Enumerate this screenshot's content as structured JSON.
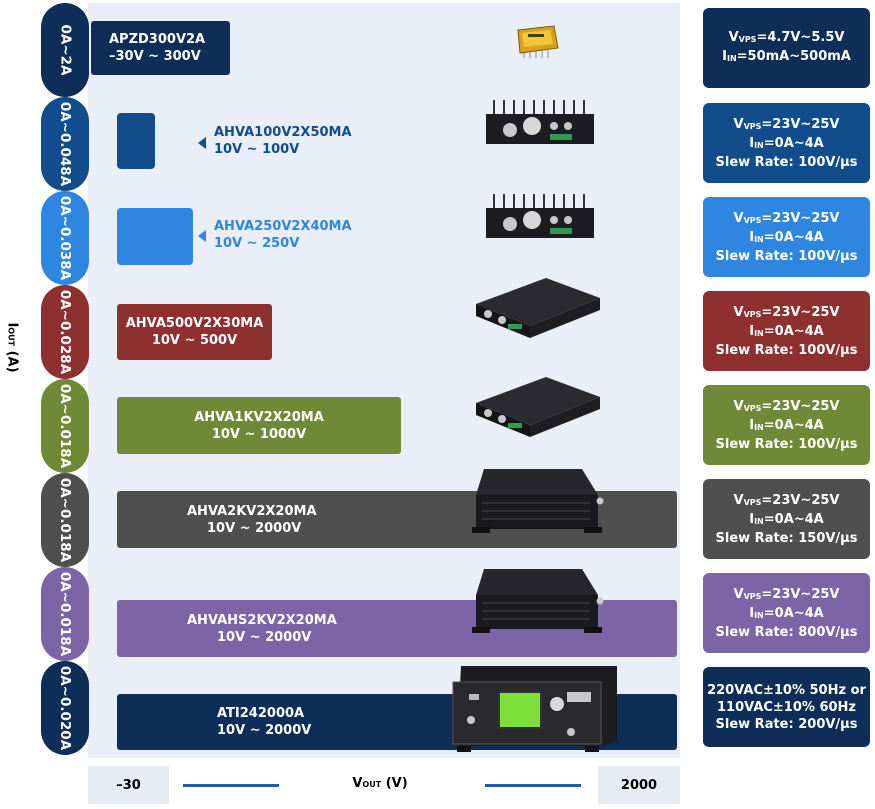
{
  "colors": {
    "navy": "#0e2d57",
    "blue": "#114c8c",
    "light_blue": "#2e86e0",
    "red": "#8e3030",
    "green": "#6f8a37",
    "gray": "#4f4f4f",
    "purple": "#7c64a6"
  },
  "axes": {
    "y_label_main": "I",
    "y_label_sub": "OUT",
    "y_label_unit": " (A)",
    "x_label_main": "V",
    "x_label_sub": "OUT",
    "x_label_unit": " (V)",
    "x_min": "–30",
    "x_max": "2000"
  },
  "rows": [
    {
      "current": "0A~2A",
      "model": "APZD300V2A",
      "range": "–30V ~ 300V",
      "spec": [
        {
          "main": "V",
          "sub": "VPS",
          "rest": "=4.7V~5.5V"
        },
        {
          "main": "I",
          "sub": "IN",
          "rest": "=50mA~500mA"
        }
      ]
    },
    {
      "current": "0A~0.048A",
      "model": "AHVA100V2X50MA",
      "range": "10V ~ 100V",
      "spec": [
        {
          "main": "V",
          "sub": "VPS",
          "rest": "=23V~25V"
        },
        {
          "main": "I",
          "sub": "IN",
          "rest": "=0A~4A"
        },
        {
          "main": "Slew Rate: 100V/µs",
          "sub": "",
          "rest": ""
        }
      ]
    },
    {
      "current": "0A~0.038A",
      "model": "AHVA250V2X40MA",
      "range": "10V ~ 250V",
      "spec": [
        {
          "main": "V",
          "sub": "VPS",
          "rest": "=23V~25V"
        },
        {
          "main": "I",
          "sub": "IN",
          "rest": "=0A~4A"
        },
        {
          "main": "Slew Rate: 100V/µs",
          "sub": "",
          "rest": ""
        }
      ]
    },
    {
      "current": "0A~0.028A",
      "model": "AHVA500V2X30MA",
      "range": "10V ~ 500V",
      "spec": [
        {
          "main": "V",
          "sub": "VPS",
          "rest": "=23V~25V"
        },
        {
          "main": "I",
          "sub": "IN",
          "rest": "=0A~4A"
        },
        {
          "main": "Slew Rate: 100V/µs",
          "sub": "",
          "rest": ""
        }
      ]
    },
    {
      "current": "0A~0.018A",
      "model": "AHVA1KV2X20MA",
      "range": "10V ~ 1000V",
      "spec": [
        {
          "main": "V",
          "sub": "VPS",
          "rest": "=23V~25V"
        },
        {
          "main": "I",
          "sub": "IN",
          "rest": "=0A~4A"
        },
        {
          "main": "Slew Rate: 100V/µs",
          "sub": "",
          "rest": ""
        }
      ]
    },
    {
      "current": "0A~0.018A",
      "model": "AHVA2KV2X20MA",
      "range": "10V ~ 2000V",
      "spec": [
        {
          "main": "V",
          "sub": "VPS",
          "rest": "=23V~25V"
        },
        {
          "main": "I",
          "sub": "IN",
          "rest": "=0A~4A"
        },
        {
          "main": "Slew Rate: 150V/µs",
          "sub": "",
          "rest": ""
        }
      ]
    },
    {
      "current": "0A~0.018A",
      "model": "AHVAHS2KV2X20MA",
      "range": "10V ~ 2000V",
      "spec": [
        {
          "main": "V",
          "sub": "VPS",
          "rest": "=23V~25V"
        },
        {
          "main": "I",
          "sub": "IN",
          "rest": "=0A~4A"
        },
        {
          "main": "Slew Rate: 800V/µs",
          "sub": "",
          "rest": ""
        }
      ]
    },
    {
      "current": "0A~0.020A",
      "model": "ATI242000A",
      "range": "10V ~ 2000V",
      "spec": [
        {
          "main": "220VAC±10% 50Hz or",
          "sub": "",
          "rest": ""
        },
        {
          "main": "110VAC±10% 60Hz",
          "sub": "",
          "rest": ""
        },
        {
          "main": "Slew Rate: 200V/µs",
          "sub": "",
          "rest": ""
        }
      ]
    }
  ]
}
